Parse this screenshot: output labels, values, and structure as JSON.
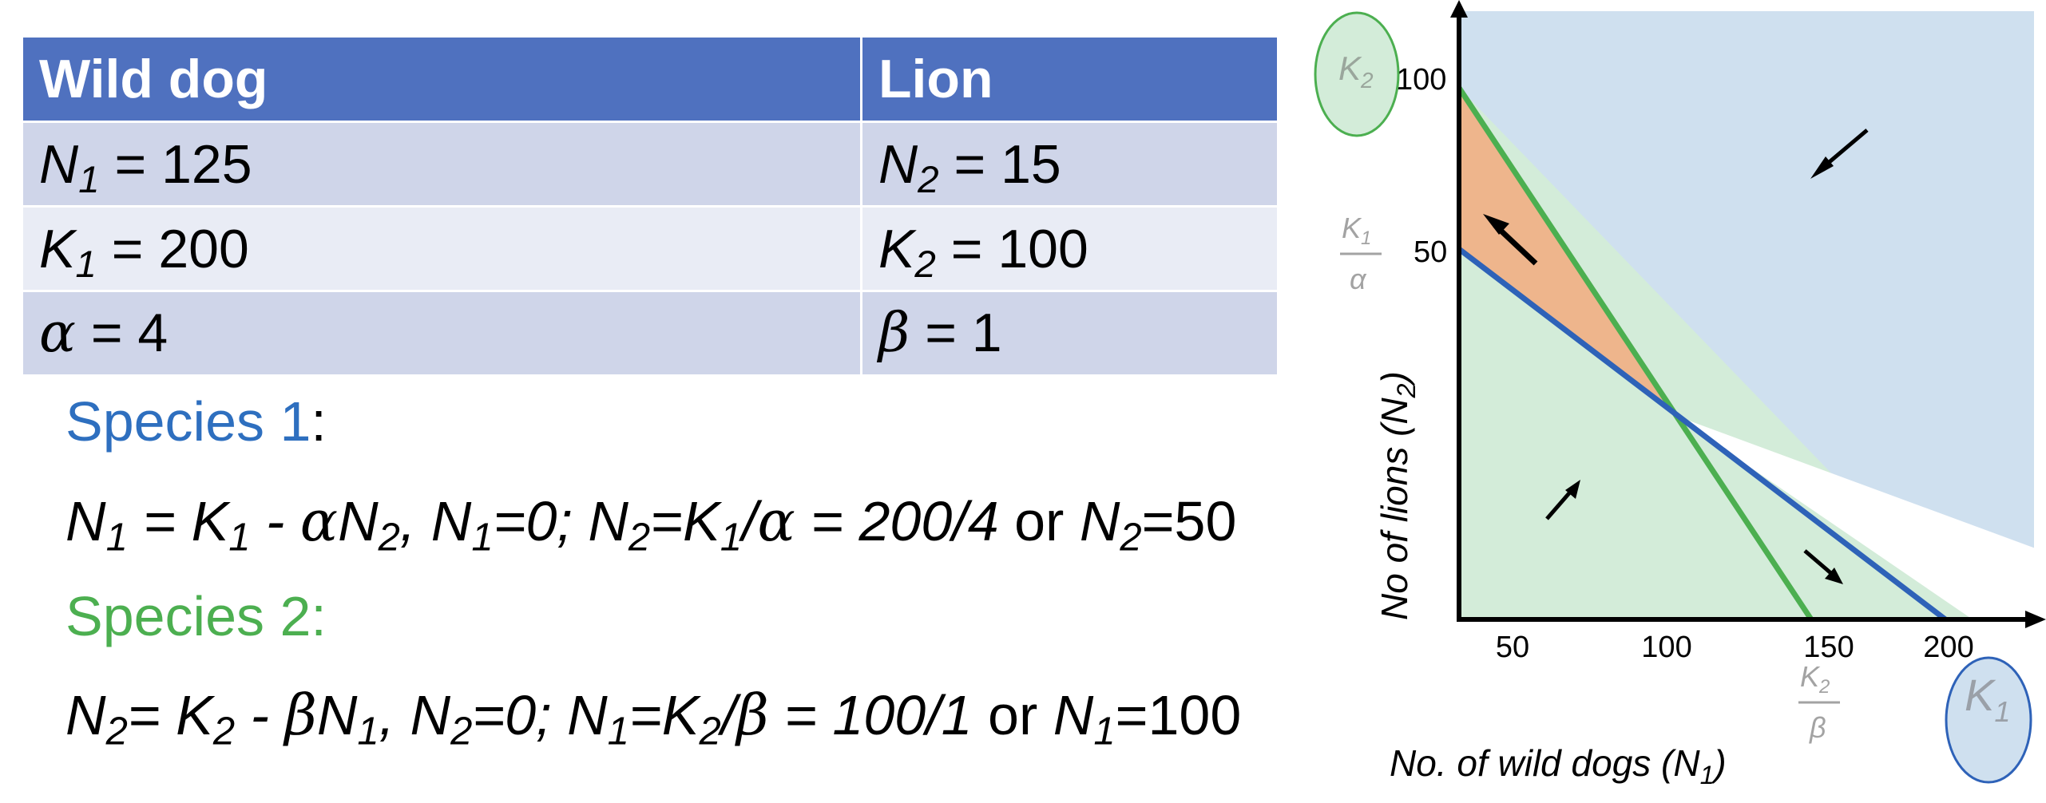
{
  "table": {
    "headers": [
      "Wild dog",
      "Lion"
    ],
    "rows": [
      {
        "left": {
          "sym": "N",
          "sub": "1",
          "rest": " = 125"
        },
        "right": {
          "sym": "N",
          "sub": "2",
          "rest": " = 15"
        }
      },
      {
        "left": {
          "sym": "K",
          "sub": "1",
          "rest": " = 200"
        },
        "right": {
          "sym": "K",
          "sub": "2",
          "rest": " = 100"
        }
      },
      {
        "left": {
          "sym": "α",
          "sub": "",
          "rest": " = 4"
        },
        "right": {
          "sym": "β",
          "sub": "",
          "rest": " = 1"
        }
      }
    ]
  },
  "equations": {
    "species1_label": "Species 1",
    "species1_colon": ":",
    "species2_label": "Species 2:",
    "eq1": {
      "a": "N",
      "a_sub": "1",
      "b": " = K",
      "b_sub": "1",
      "c": " - ",
      "greek": "α",
      "d": "N",
      "d_sub": "2",
      "e": ", N",
      "e_sub": "1",
      "f": "=0; N",
      "f_sub": "2",
      "g": "=K",
      "g_sub": "1",
      "h": "/",
      "greek2": "α",
      "i": " = 200/4",
      "j": " or ",
      "k": "N",
      "k_sub": "2",
      "l": "=50"
    },
    "eq2": {
      "a": "N",
      "a_sub": "2",
      "b": "= K",
      "b_sub": "2",
      "c": " - ",
      "greek": "β",
      "d": "N",
      "d_sub": "1",
      "e": ", N",
      "e_sub": "2",
      "f": "=0; N",
      "f_sub": "1",
      "g": "=K",
      "g_sub": "2",
      "h": "/",
      "greek2": "β",
      "i": " = 100/1",
      "j": " or ",
      "k": "N",
      "k_sub": "1",
      "l": "=100"
    }
  },
  "diagram": {
    "y_ticks": [
      "100",
      "50"
    ],
    "x_ticks": [
      "50",
      "100",
      "150",
      "200"
    ],
    "y_axis_label": "No of lions (N",
    "y_axis_sub": "2",
    "y_axis_close": ")",
    "x_axis_label": "No. of wild dogs (N",
    "x_axis_sub": "1",
    "x_axis_close": ")",
    "k2_bubble": {
      "sym": "K",
      "sub": "2"
    },
    "k1_bubble": {
      "sym": "K",
      "sub": "1"
    },
    "k1_over_alpha": {
      "num_sym": "K",
      "num_sub": "1",
      "den": "α"
    },
    "k2_over_beta": {
      "num_sym": "K",
      "num_sub": "2",
      "den": "β"
    },
    "colors": {
      "species1_line": "#2e62b8",
      "species2_line": "#4caf50",
      "region_upper": "#cfe0ef",
      "region_lower": "#d3ecd9",
      "region_between": "#eeb58c"
    }
  }
}
